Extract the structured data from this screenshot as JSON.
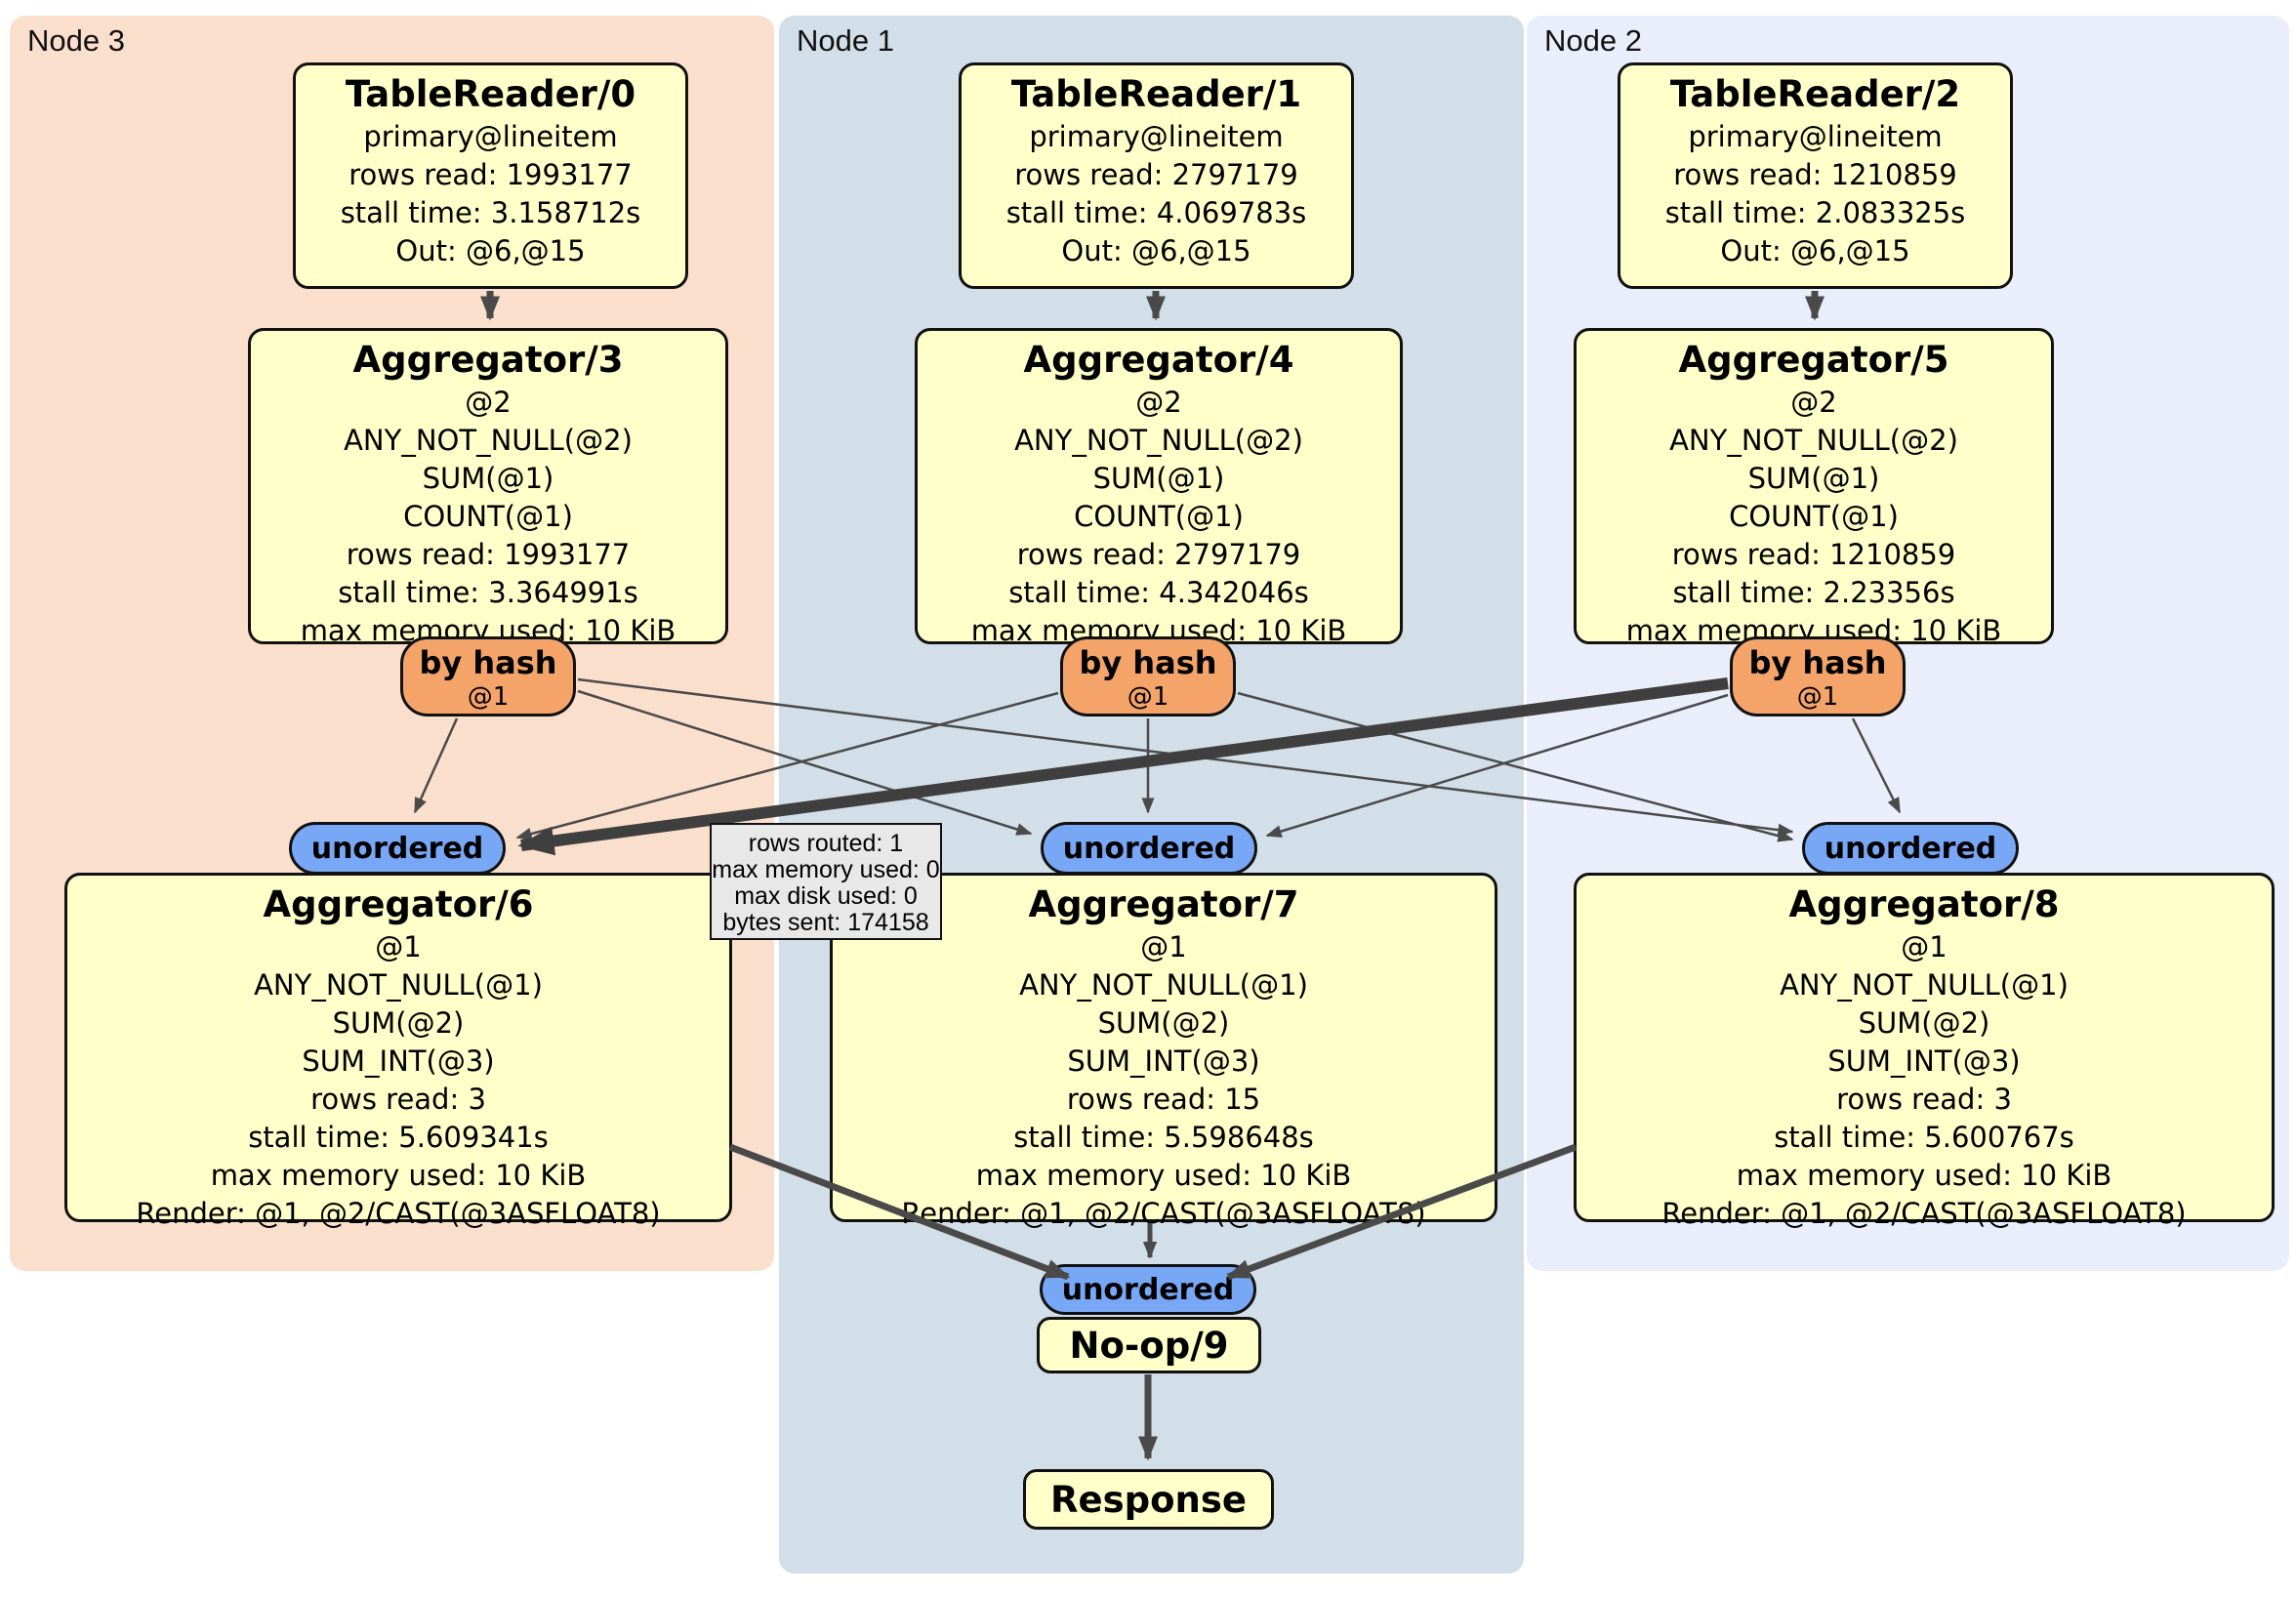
{
  "panels": [
    {
      "label": "Node 3",
      "table_reader": {
        "title": "TableReader/0",
        "lines": [
          "primary@lineitem",
          "rows read: 1993177",
          "stall time: 3.158712s",
          "Out: @6,@15"
        ]
      },
      "group_aggregator": {
        "title": "Aggregator/3",
        "lines": [
          "@2",
          "ANY_NOT_NULL(@2)",
          "SUM(@1)",
          "COUNT(@1)",
          "rows read: 1993177",
          "stall time: 3.364991s",
          "max memory used: 10 KiB"
        ]
      },
      "router": {
        "label": "by hash",
        "key": "@1"
      },
      "stream": {
        "label": "unordered"
      },
      "final_aggregator": {
        "title": "Aggregator/6",
        "lines": [
          "@1",
          "ANY_NOT_NULL(@1)",
          "SUM(@2)",
          "SUM_INT(@3)",
          "rows read: 3",
          "stall time: 5.609341s",
          "max memory used: 10 KiB",
          "Render: @1, @2/CAST(@3ASFLOAT8)"
        ]
      }
    },
    {
      "label": "Node 1",
      "table_reader": {
        "title": "TableReader/1",
        "lines": [
          "primary@lineitem",
          "rows read: 2797179",
          "stall time: 4.069783s",
          "Out: @6,@15"
        ]
      },
      "group_aggregator": {
        "title": "Aggregator/4",
        "lines": [
          "@2",
          "ANY_NOT_NULL(@2)",
          "SUM(@1)",
          "COUNT(@1)",
          "rows read: 2797179",
          "stall time: 4.342046s",
          "max memory used: 10 KiB"
        ]
      },
      "router": {
        "label": "by hash",
        "key": "@1"
      },
      "stream": {
        "label": "unordered"
      },
      "final_aggregator": {
        "title": "Aggregator/7",
        "lines": [
          "@1",
          "ANY_NOT_NULL(@1)",
          "SUM(@2)",
          "SUM_INT(@3)",
          "rows read: 15",
          "stall time: 5.598648s",
          "max memory used: 10 KiB",
          "Render: @1, @2/CAST(@3ASFLOAT8)"
        ]
      },
      "output_stream": {
        "label": "unordered"
      },
      "noop": {
        "title": "No-op/9"
      },
      "response": {
        "title": "Response"
      }
    },
    {
      "label": "Node 2",
      "table_reader": {
        "title": "TableReader/2",
        "lines": [
          "primary@lineitem",
          "rows read: 1210859",
          "stall time: 2.083325s",
          "Out: @6,@15"
        ]
      },
      "group_aggregator": {
        "title": "Aggregator/5",
        "lines": [
          "@2",
          "ANY_NOT_NULL(@2)",
          "SUM(@1)",
          "COUNT(@1)",
          "rows read: 1210859",
          "stall time: 2.23356s",
          "max memory used: 10 KiB"
        ]
      },
      "router": {
        "label": "by hash",
        "key": "@1"
      },
      "stream": {
        "label": "unordered"
      },
      "final_aggregator": {
        "title": "Aggregator/8",
        "lines": [
          "@1",
          "ANY_NOT_NULL(@1)",
          "SUM(@2)",
          "SUM_INT(@3)",
          "rows read: 3",
          "stall time: 5.600767s",
          "max memory used: 10 KiB",
          "Render: @1, @2/CAST(@3ASFLOAT8)"
        ]
      }
    }
  ],
  "tooltip": {
    "lines": [
      "rows routed: 1",
      "max memory used: 0",
      "max disk used: 0",
      "bytes sent: 174158"
    ]
  },
  "colors": {
    "node3_bg": "#fbdfcd",
    "node1_bg": "#d2dfe9",
    "node2_bg": "#eaeefa",
    "processor_bg": "#ffffc9",
    "router_bg": "#f5a469",
    "stream_bg": "#77a7f5",
    "edge": "#4a4a4a",
    "edge_thick": "#3f3f3f",
    "tooltip_bg": "#e8e8e8"
  }
}
